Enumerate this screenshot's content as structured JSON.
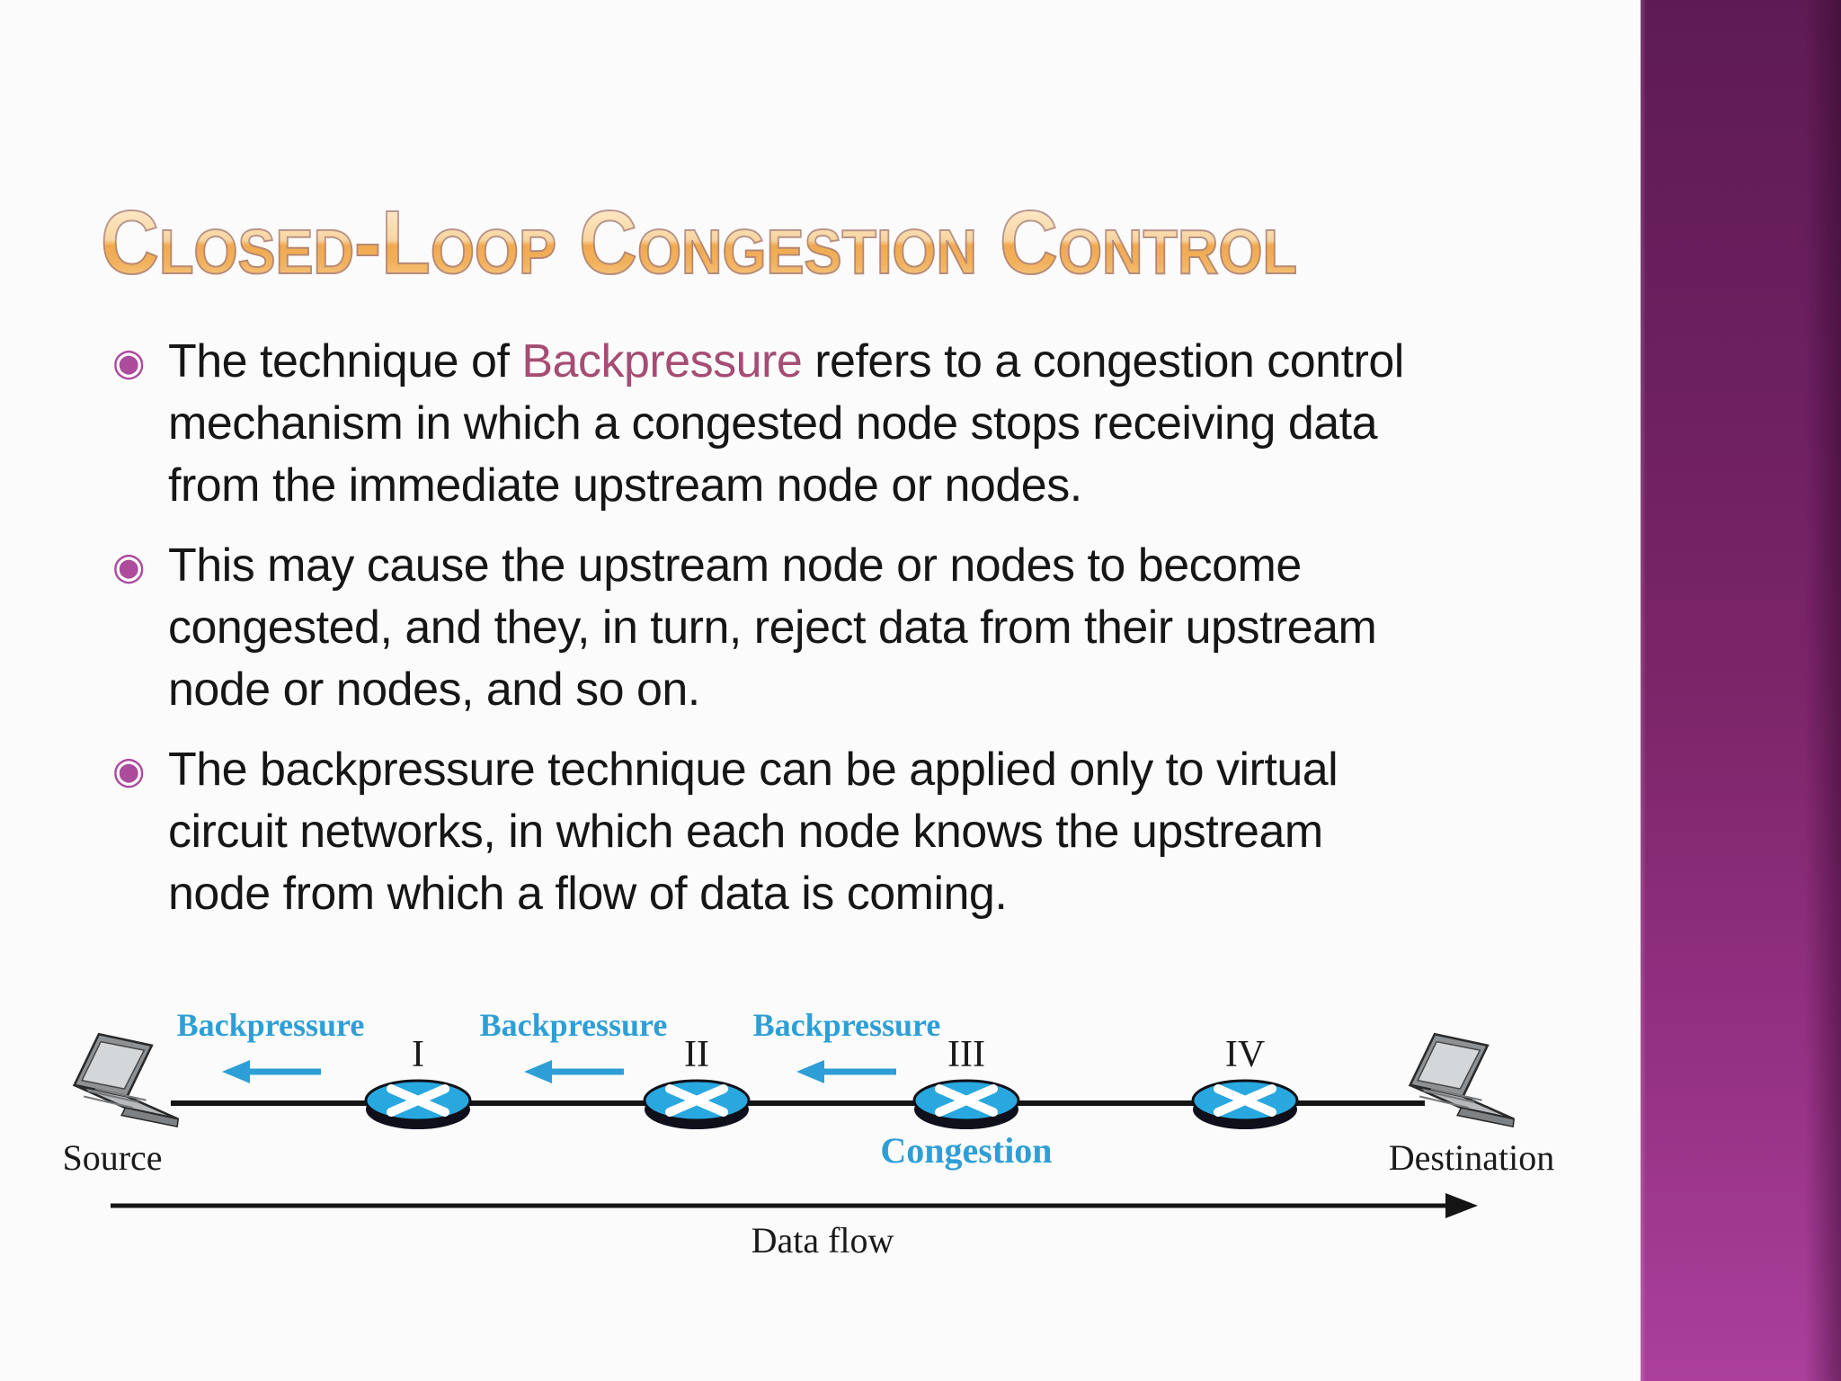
{
  "slide": {
    "background": "#fcfbfb",
    "sidebar_gradient": {
      "top": "#5e1b53",
      "middle": "#7c2569",
      "bottom": "#ab3f9b"
    }
  },
  "title": "Closed-Loop Congestion Control",
  "title_colors": {
    "fill_top": "#fbdfb2",
    "fill_bottom": "#f2b15c",
    "outline": "#9e7a80"
  },
  "glyphs": {
    "bullet": "◉"
  },
  "accent": {
    "bullet_marker": "#ad4b9d",
    "highlight_text": "#a54d73",
    "diagram_blue": "#2e9fd6",
    "router_fill": "#29a8e0"
  },
  "bullets": {
    "b1": {
      "prefix": "The technique of ",
      "highlight": "Backpressure",
      "suffix": " refers to a congestion control",
      "line2": "mechanism in which a congested node stops receiving data",
      "line3": "from the immediate upstream node or nodes."
    },
    "b2": {
      "line1": "This may cause the upstream node or nodes to become",
      "line2": "congested, and they, in turn, reject data from their upstream",
      "line3": "node or nodes, and so on."
    },
    "b3": {
      "line1": "The backpressure technique can be applied only to virtual",
      "line2": "circuit networks, in which each node knows the upstream",
      "line3": "node from which a flow of data is coming."
    }
  },
  "figure": {
    "backpressure_labels": [
      "Backpressure",
      "Backpressure",
      "Backpressure"
    ],
    "router_labels": [
      "I",
      "II",
      "III",
      "IV"
    ],
    "congestion_label": "Congestion",
    "source_label": "Source",
    "destination_label": "Destination",
    "dataflow_label": "Data flow"
  }
}
